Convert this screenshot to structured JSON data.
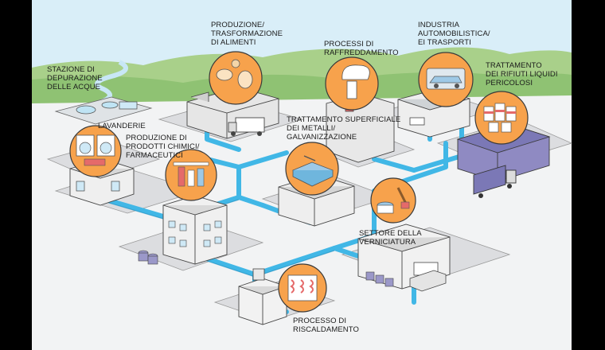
{
  "labels": {
    "food": "PRODUZIONE/\nTRASFORMAZIONE\nDI ALIMENTI",
    "cooling": "PROCESSI DI\nRAFFREDDAMENTO",
    "auto": "INDUSTRIA\nAUTOMOBILISTICA/\nEI TRASPORTI",
    "liquid_waste": "TRATTAMENTO\nDEI RIFIUTI LIQUIDI\nPERICOLOSI",
    "wastewater": "STAZIONE DI\nDEPURAZIONE\nDELLE ACQUE",
    "laundry": "LAVANDERIE",
    "chemical": "PRODUZIONE DI\nPRODOTTI CHIMICI/\nFARMACEUTICI",
    "metal": "TRATTAMENTO SUPERFICIALE\nDEI METALLI/\nGALVANIZZAZIONE",
    "painting": "SETTORE DELLA\nVERNICIATURA",
    "heating": "PROCESSO DI\nRISCALDAMENTO"
  },
  "colors": {
    "sky": "#cfe9f6",
    "hills": "#a9d08a",
    "hills_dark": "#86bb6c",
    "ground": "#e7e8ea",
    "pipe": "#41b7e6",
    "pipe_dark": "#1f8fc0",
    "bubble": "#f7a24c",
    "roof_purple": "#7b78b6",
    "building": "#ededed",
    "outline": "#3a3a3a"
  },
  "icons": [
    "food-processing-icon",
    "cooling-tower-icon",
    "car-wash-icon",
    "chemical-drums-icon",
    "washing-machine-icon",
    "laboratory-icon",
    "metal-bath-icon",
    "paint-can-icon",
    "heat-exchanger-icon"
  ]
}
